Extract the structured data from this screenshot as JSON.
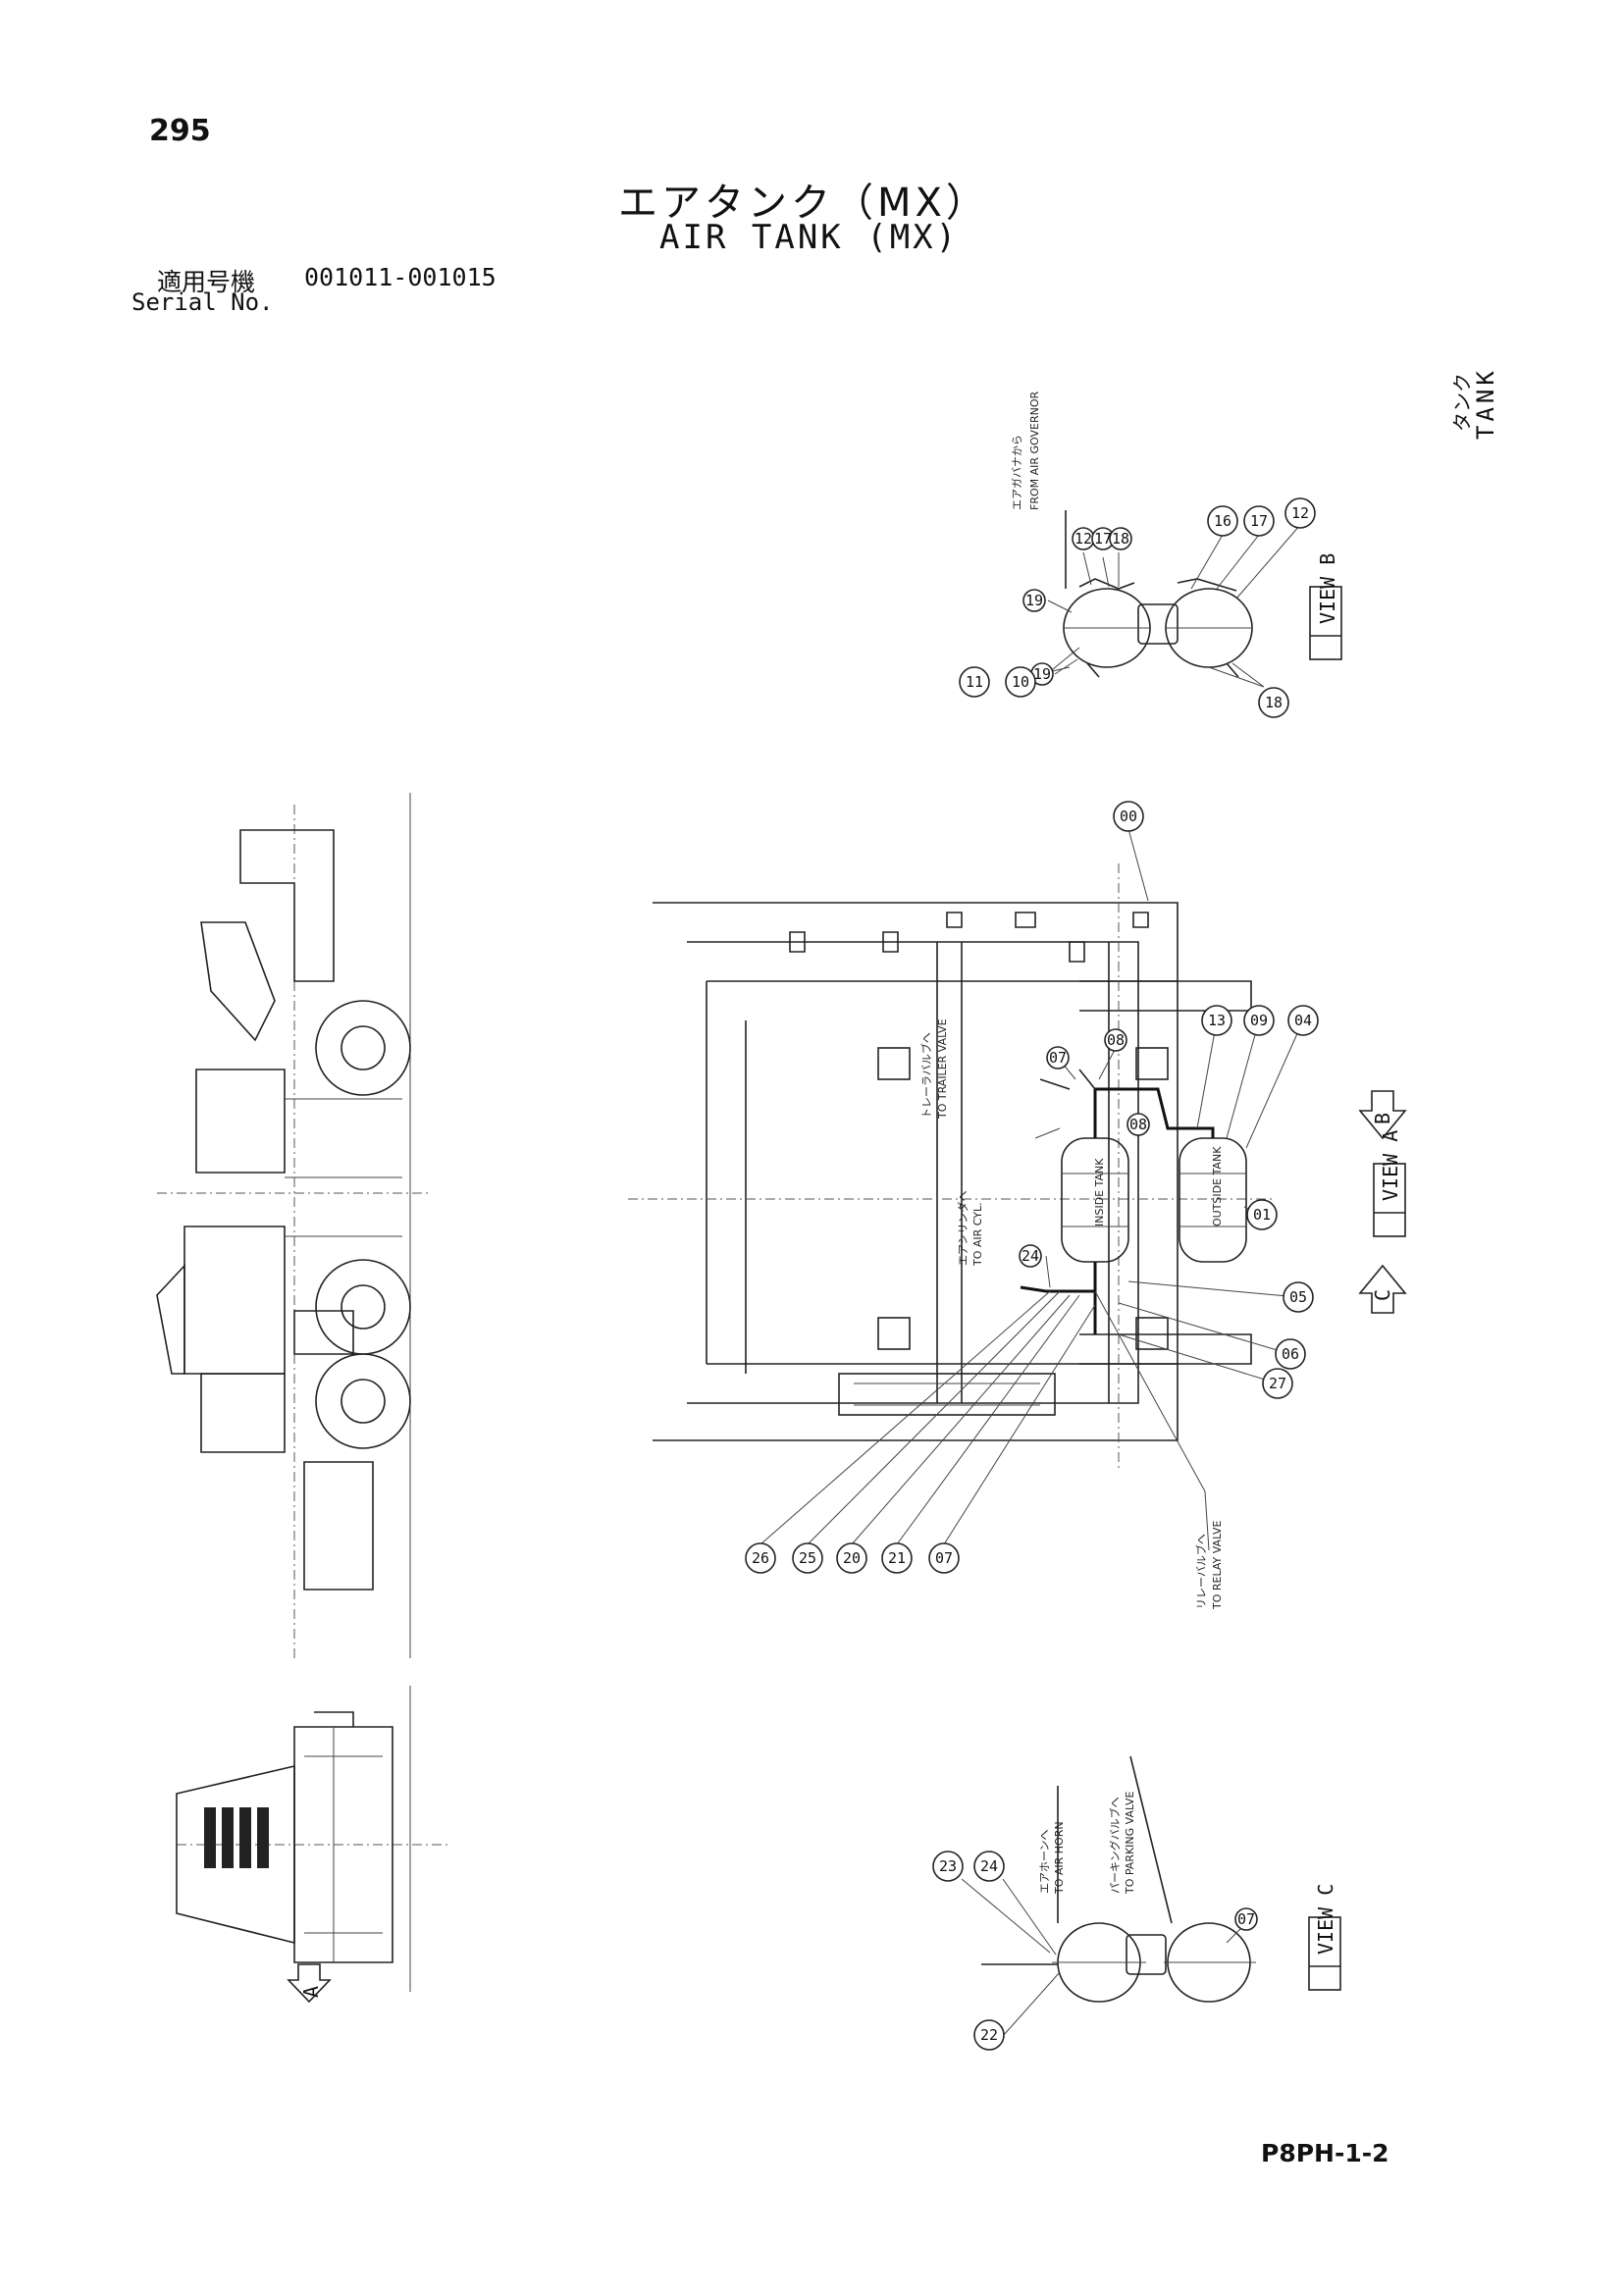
{
  "header": {
    "page_number": "295",
    "title_jp": "エアタンク（MX）",
    "title_en": "AIR TANK (MX)",
    "serial_label_jp": "適用号機",
    "serial_range": "001011-001015",
    "serial_label_en": "Serial No."
  },
  "category": {
    "jp": "タンク",
    "en": "TANK"
  },
  "footer": {
    "doc_code": "P8PH-1-2"
  },
  "view_b": {
    "label": "VIEW B",
    "from_governor_jp": "エアガバナから",
    "from_governor_en": "FROM AIR GOVERNOR",
    "callouts": [
      "12",
      "17",
      "18",
      "16",
      "17",
      "12",
      "19",
      "19",
      "11",
      "10",
      "18"
    ]
  },
  "main_view": {
    "view_a_label": "VIEW A",
    "arrow_b": "B",
    "arrow_c": "C",
    "trailer_valve_jp": "トレーラバルブへ",
    "trailer_valve_en": "TO TRAILER VALVE",
    "air_cyl_jp": "エアシリンダへ",
    "air_cyl_en": "TO AIR CYL.",
    "relay_valve_jp": "リレーバルブへ",
    "relay_valve_en": "TO RELAY VALVE",
    "inside_tank": "INSIDE TANK",
    "outside_tank": "OUTSIDE TANK",
    "callouts": [
      "00",
      "13",
      "09",
      "04",
      "01",
      "05",
      "06",
      "27",
      "24",
      "26",
      "25",
      "20",
      "21",
      "07",
      "07",
      "08",
      "08"
    ]
  },
  "view_c": {
    "label": "VIEW C",
    "air_horn_jp": "エアホーンへ",
    "air_horn_en": "TO AIR HORN",
    "parking_valve_jp": "パーキングバルブへ",
    "parking_valve_en": "TO PARKING VALVE",
    "callouts": [
      "23",
      "24",
      "22",
      "07"
    ]
  },
  "machine_views": {
    "arrow_a": "A"
  }
}
